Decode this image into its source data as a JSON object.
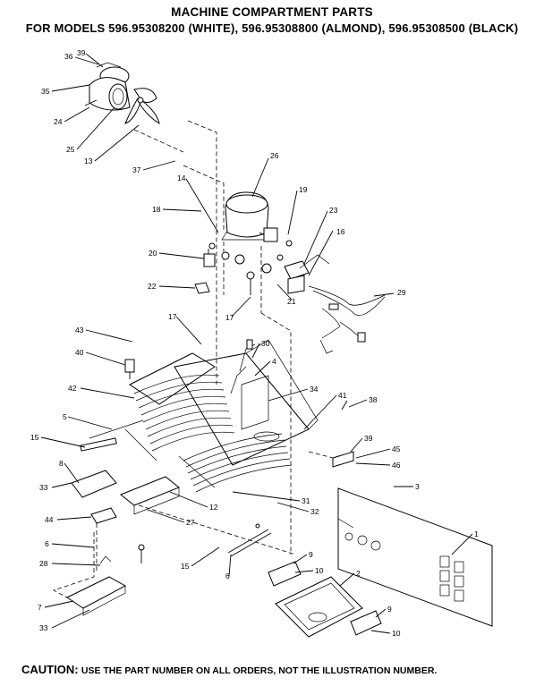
{
  "title_line1": "MACHINE COMPARTMENT PARTS",
  "title_line2": "FOR MODELS 596.95308200 (WHITE), 596.95308800 (ALMOND), 596.95308500 (BLACK)",
  "caution_label": "CAUTION:",
  "caution_text": "USE THE PART NUMBER ON ALL ORDERS, NOT THE ILLUSTRATION NUMBER.",
  "callouts": [
    {
      "id": "36",
      "label": "36"
    },
    {
      "id": "39",
      "label": "39"
    },
    {
      "id": "35",
      "label": "35"
    },
    {
      "id": "24",
      "label": "24"
    },
    {
      "id": "25",
      "label": "25"
    },
    {
      "id": "13",
      "label": "13"
    },
    {
      "id": "37",
      "label": "37"
    },
    {
      "id": "26",
      "label": "26"
    },
    {
      "id": "14",
      "label": "14"
    },
    {
      "id": "18",
      "label": "18"
    },
    {
      "id": "19",
      "label": "19"
    },
    {
      "id": "23",
      "label": "23"
    },
    {
      "id": "16",
      "label": "16"
    },
    {
      "id": "20",
      "label": "20"
    },
    {
      "id": "22",
      "label": "22"
    },
    {
      "id": "21",
      "label": "21"
    },
    {
      "id": "17a",
      "label": "17"
    },
    {
      "id": "29",
      "label": "29"
    },
    {
      "id": "17b",
      "label": "17"
    },
    {
      "id": "43",
      "label": "43"
    },
    {
      "id": "30",
      "label": "30"
    },
    {
      "id": "40",
      "label": "40"
    },
    {
      "id": "4",
      "label": "4"
    },
    {
      "id": "42",
      "label": "42"
    },
    {
      "id": "34",
      "label": "34"
    },
    {
      "id": "41",
      "label": "41"
    },
    {
      "id": "38",
      "label": "38"
    },
    {
      "id": "5",
      "label": "5"
    },
    {
      "id": "15a",
      "label": "15"
    },
    {
      "id": "39b",
      "label": "39"
    },
    {
      "id": "45",
      "label": "45"
    },
    {
      "id": "46",
      "label": "46"
    },
    {
      "id": "8",
      "label": "8"
    },
    {
      "id": "33a",
      "label": "33"
    },
    {
      "id": "31",
      "label": "31"
    },
    {
      "id": "32",
      "label": "32"
    },
    {
      "id": "12",
      "label": "12"
    },
    {
      "id": "3",
      "label": "3"
    },
    {
      "id": "44",
      "label": "44"
    },
    {
      "id": "27",
      "label": "27"
    },
    {
      "id": "6a",
      "label": "6"
    },
    {
      "id": "1",
      "label": "1"
    },
    {
      "id": "9a",
      "label": "9"
    },
    {
      "id": "28",
      "label": "28"
    },
    {
      "id": "15b",
      "label": "15"
    },
    {
      "id": "6b",
      "label": "6"
    },
    {
      "id": "10a",
      "label": "10"
    },
    {
      "id": "2",
      "label": "2"
    },
    {
      "id": "7",
      "label": "7"
    },
    {
      "id": "9b",
      "label": "9"
    },
    {
      "id": "33b",
      "label": "33"
    },
    {
      "id": "10b",
      "label": "10"
    }
  ]
}
